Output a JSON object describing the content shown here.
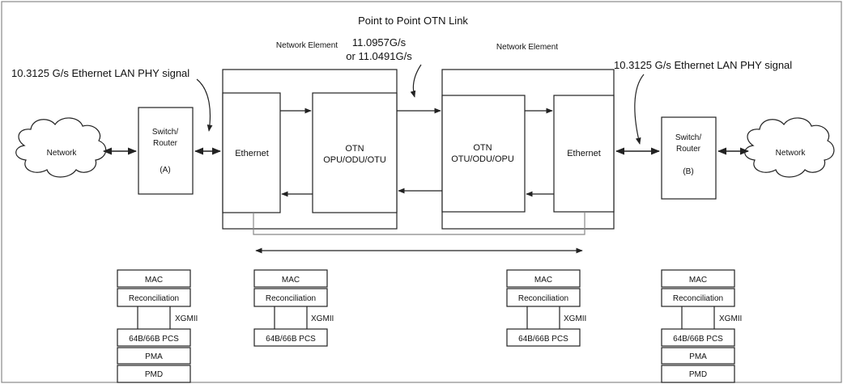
{
  "title": "Point to Point OTN Link",
  "rate_label_1": "11.0957G/s",
  "rate_label_2": "or 11.0491G/s",
  "ne_left_label": "Network Element",
  "ne_right_label": "Network Element",
  "signal_left": "10.3125 G/s Ethernet LAN PHY signal",
  "signal_right": "10.3125 G/s Ethernet LAN PHY signal",
  "network_left": "Network",
  "network_right": "Network",
  "switch_a": {
    "line1": "Switch/",
    "line2": "Router",
    "id": "(A)"
  },
  "switch_b": {
    "line1": "Switch/",
    "line2": "Router",
    "id": "(B)"
  },
  "ethernet_left": "Ethernet",
  "ethernet_right": "Ethernet",
  "otn_left": {
    "line1": "OTN",
    "line2": "OPU/ODU/OTU"
  },
  "otn_right": {
    "line1": "OTN",
    "line2": "OTU/ODU/OPU"
  },
  "stack_labels": {
    "mac": "MAC",
    "reconciliation": "Reconciliation",
    "xgmii": "XGMII",
    "pcs": "64B/66B PCS",
    "pma": "PMA",
    "pmd": "PMD"
  }
}
